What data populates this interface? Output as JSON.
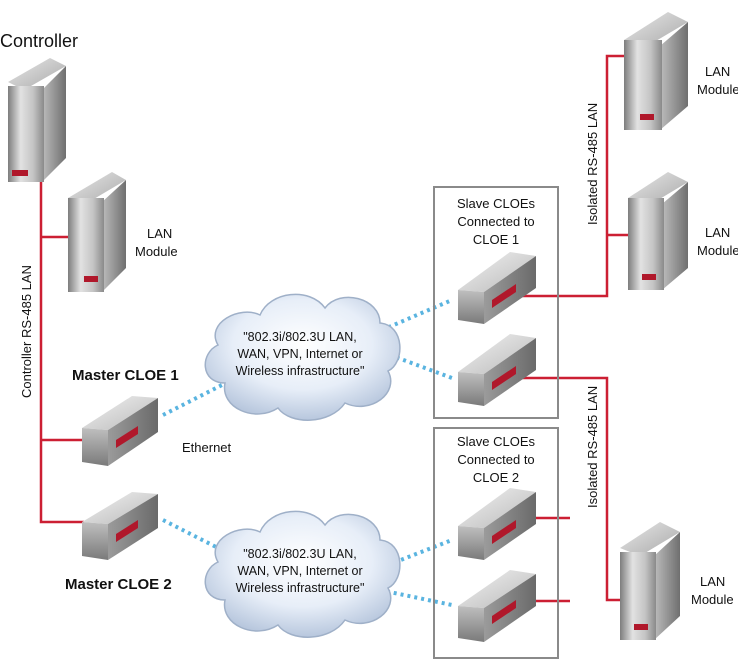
{
  "labels": {
    "controller": "Controller",
    "controller_bus": "Controller RS-485 LAN",
    "isolated_bus": "Isolated RS-485 LAN",
    "lan_module_line1": "LAN",
    "lan_module_line2": "Module",
    "master_cloe_1": "Master CLOE 1",
    "master_cloe_2": "Master CLOE 2",
    "ethernet": "Ethernet",
    "cloud_line1": "\"802.3i/802.3U LAN,",
    "cloud_line2": "WAN, VPN, Internet or",
    "cloud_line3": "Wireless infrastructure\"",
    "slave_group_1": [
      "Slave CLOEs",
      "Connected to",
      "CLOE 1"
    ],
    "slave_group_2": [
      "Slave CLOEs",
      "Connected to",
      "CLOE 2"
    ]
  },
  "colors": {
    "rs485_line": "#cc1f33",
    "ethernet_line": "#5ab4e0",
    "device_accent": "#b0182b",
    "box_border": "#8a8a8a"
  }
}
